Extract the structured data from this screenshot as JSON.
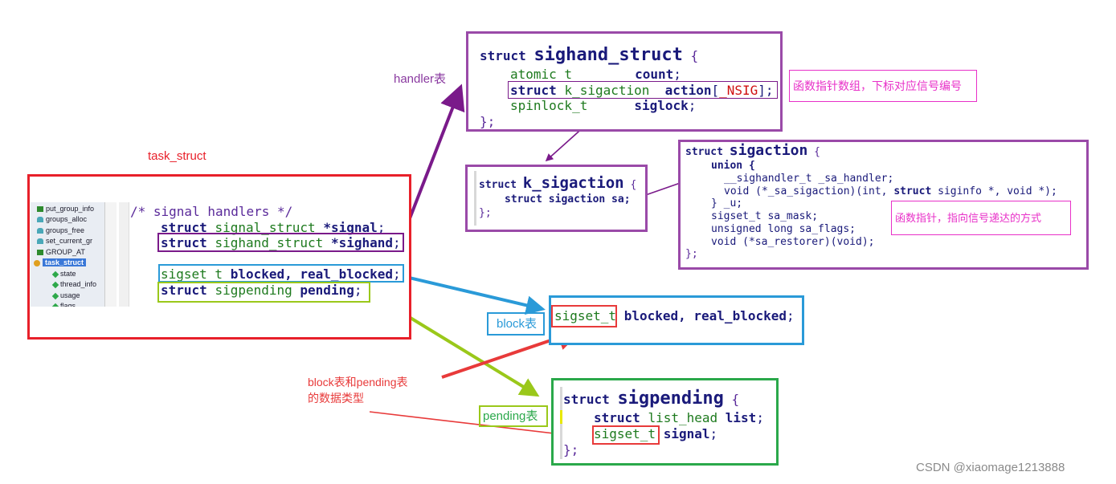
{
  "labels": {
    "task_struct": "task_struct",
    "handler_table": "handler表",
    "block_table": "block表",
    "pending_table": "pending表",
    "data_type_note_line1": "block表和pending表",
    "data_type_note_line2": "的数据类型",
    "func_ptr_array_note": "函数指针数组，下标对应信号编号",
    "func_ptr_note": "函数指针，指向信号递达的方式",
    "watermark": "CSDN @xiaomage1213888"
  },
  "tree": {
    "items": [
      {
        "label": "put_group_info",
        "icon": "green-square-icon"
      },
      {
        "label": "groups_alloc",
        "icon": "teal-icon"
      },
      {
        "label": "groups_free",
        "icon": "teal-icon"
      },
      {
        "label": "set_current_gr",
        "icon": "teal-icon"
      },
      {
        "label": "GROUP_AT",
        "icon": "green-square-icon"
      },
      {
        "label": "task_struct",
        "icon": "struct-icon",
        "selected": true
      },
      {
        "label": "state",
        "icon": "leaf-icon"
      },
      {
        "label": "thread_info",
        "icon": "leaf-icon"
      },
      {
        "label": "usage",
        "icon": "leaf-icon"
      },
      {
        "label": "flags",
        "icon": "leaf-icon"
      }
    ]
  },
  "task_code": {
    "comment": "/* signal handlers */",
    "l1_kw": "struct",
    "l1_ty": "signal_struct",
    "l1_id": "*signal",
    "l1_end": ";",
    "l2_kw": "struct",
    "l2_ty": "sighand_struct",
    "l2_id": "*sighand",
    "l2_end": ";",
    "l3_ty": "sigset_t",
    "l3_id": "blocked, real_blocked",
    "l3_end": ";",
    "l4_kw": "struct",
    "l4_ty": "sigpending",
    "l4_id": "pending",
    "l4_end": ";"
  },
  "sighand_code": {
    "kw": "struct",
    "name": "sighand_struct",
    "open": "{",
    "f1_ty": "atomic_t",
    "f1_id": "count",
    "f1_end": ";",
    "f2_kw": "struct",
    "f2_ty": "k_sigaction",
    "f2_id": "action",
    "f2_lb": "[",
    "f2_idx": "_NSIG",
    "f2_rb": "];",
    "f3_ty": "spinlock_t",
    "f3_id": "siglock",
    "f3_end": ";",
    "close": "};"
  },
  "ksig_code": {
    "kw": "struct",
    "name": "k_sigaction",
    "open": "{",
    "f1": "struct sigaction sa;",
    "close": "};"
  },
  "sigaction_code": {
    "kw": "struct",
    "name": "sigaction",
    "open": "{",
    "l1": "union {",
    "l2": "__sighandler_t _sa_handler;",
    "l3_a": "void (*_sa_sigaction)(int, ",
    "l3_kw": "struct",
    "l3_b": " siginfo *, void *);",
    "l4": "} _u;",
    "l5": "sigset_t sa_mask;",
    "l6": "unsigned long sa_flags;",
    "l7": "void (*sa_restorer)(void);",
    "close": "};"
  },
  "block_code": {
    "ty": "sigset_t",
    "id": "blocked, real_blocked",
    "end": ";"
  },
  "pending_code": {
    "kw": "struct",
    "name": "sigpending",
    "open": "{",
    "f1_kw": "struct",
    "f1_ty": "list_head",
    "f1_id": "list",
    "f1_end": ";",
    "f2_ty": "sigset_t",
    "f2_id": "signal",
    "f2_end": ";",
    "close": "};"
  },
  "colors": {
    "task_box": "#e8202a",
    "sighand_box": "#9a4aa8",
    "block_box": "#2a9ad8",
    "pending_box": "#2aa84a",
    "purple_arrow": "#7a1a8a",
    "blue_arrow": "#2a9ad8",
    "green_arrow": "#9ac81a",
    "red_arrow": "#e83a3a",
    "note_border": "#e830c8"
  }
}
